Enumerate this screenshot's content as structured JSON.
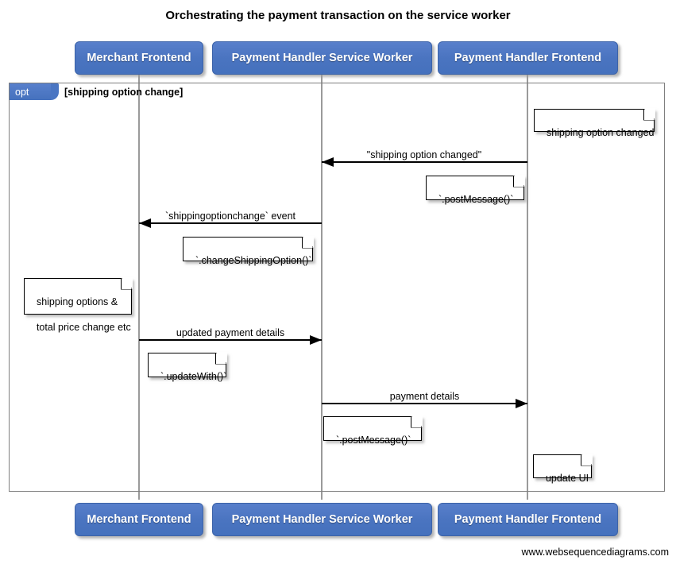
{
  "title": "Orchestrating the payment transaction on the service worker",
  "footer": "www.websequencediagrams.com",
  "colors": {
    "participant_fill": "#4d79c7",
    "participant_border": "#3c63a8",
    "participant_text": "#ffffff",
    "lifeline": "#9a9a9a",
    "frame_border": "#7f7f7f",
    "note_fill": "#ffffff",
    "note_border": "#000000",
    "message_line": "#000000",
    "canvas": "#ffffff"
  },
  "participants": [
    {
      "id": "merchant-frontend",
      "label": "Merchant Frontend"
    },
    {
      "id": "payment-handler-service-worker",
      "label": "Payment Handler Service Worker"
    },
    {
      "id": "payment-handler-frontend",
      "label": "Payment Handler Frontend"
    }
  ],
  "fragment": {
    "type": "opt",
    "tag": "opt",
    "guard": "[shipping option change]"
  },
  "messages": [
    {
      "id": "shipping-option-changed",
      "label": "\"shipping option changed\"",
      "from": "payment-handler-frontend",
      "to": "payment-handler-service-worker",
      "direction": "left"
    },
    {
      "id": "shippingoptionchange-event",
      "label": "`shippingoptionchange` event",
      "from": "payment-handler-service-worker",
      "to": "merchant-frontend",
      "direction": "left"
    },
    {
      "id": "updated-payment-details",
      "label": "updated payment details",
      "from": "merchant-frontend",
      "to": "payment-handler-service-worker",
      "direction": "right"
    },
    {
      "id": "payment-details",
      "label": "payment details",
      "from": "payment-handler-service-worker",
      "to": "payment-handler-frontend",
      "direction": "right"
    }
  ],
  "notes": [
    {
      "id": "note-shipping-option-changed",
      "text": "shipping option changed",
      "over": "payment-handler-frontend"
    },
    {
      "id": "note-post-message-1",
      "text": "`.postMessage()`",
      "over": "payment-handler-frontend"
    },
    {
      "id": "note-change-shipping-option",
      "text": "`.changeShippingOption()`",
      "over": "payment-handler-service-worker"
    },
    {
      "id": "note-shipping-options-total-price",
      "line1": "shipping options &",
      "line2": "total price change etc",
      "over": "merchant-frontend"
    },
    {
      "id": "note-update-with",
      "text": "`.updateWith()`",
      "over": "merchant-frontend"
    },
    {
      "id": "note-post-message-2",
      "text": "`.postMessage()`",
      "over": "payment-handler-service-worker"
    },
    {
      "id": "note-update-ui",
      "text": "update UI",
      "over": "payment-handler-frontend"
    }
  ]
}
